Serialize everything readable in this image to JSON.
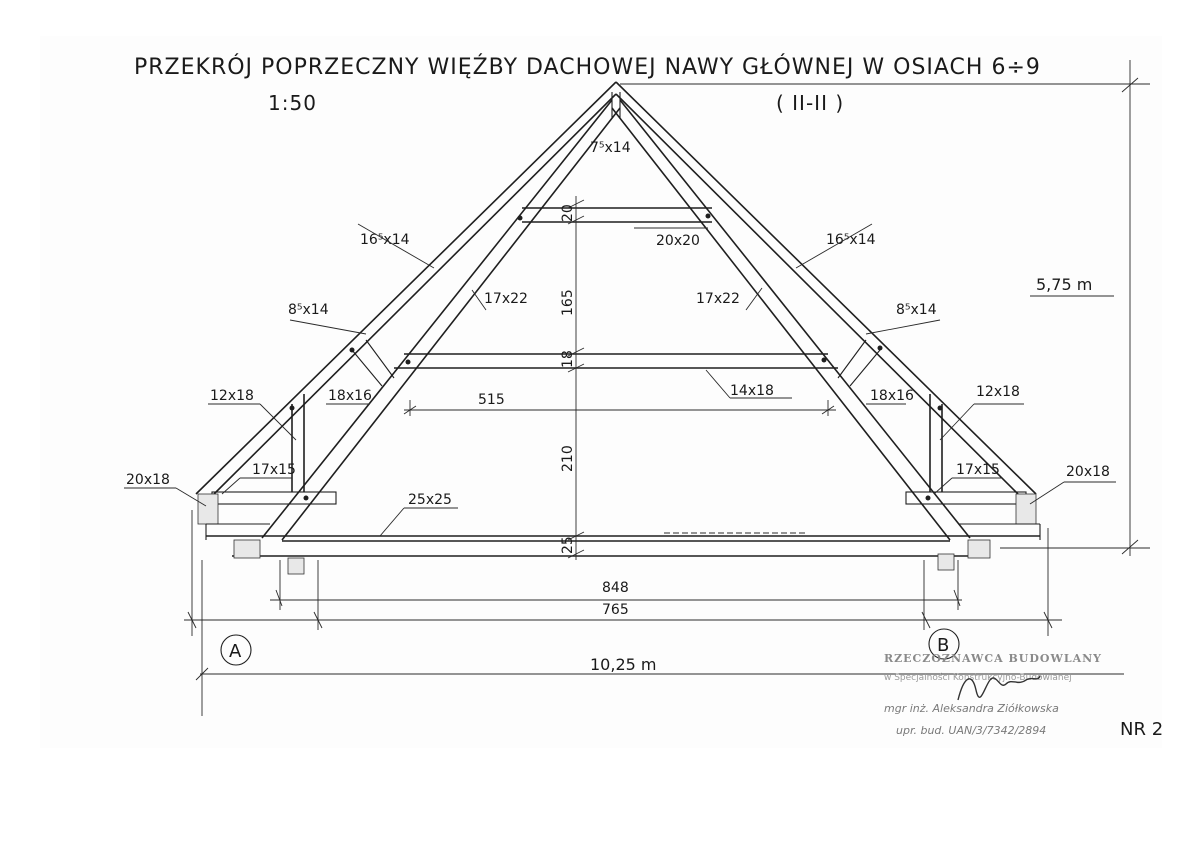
{
  "title": "PRZEKRÓJ POPRZECZNY WIĘŹBY DACHOWEJ NAWY GŁÓWNEJ W OSIACH 6÷9",
  "scale": "1:50",
  "section": "( II-II )",
  "members": {
    "king_post_top": "7⁵x14",
    "collar_top": "20x20",
    "rafter_left": "16⁵x14",
    "rafter_right": "16⁵x14",
    "strut_left": "17x22",
    "strut_right": "17x22",
    "brace_left": "8⁵x14",
    "brace_right": "8⁵x14",
    "post_left": "12x18",
    "post_right": "12x18",
    "strut_small_left": "18x16",
    "strut_small_right": "18x16",
    "collar_mid": "14x18",
    "plate_left": "17x15",
    "plate_right": "17x15",
    "wallplate_left": "20x18",
    "wallplate_right": "20x18",
    "tie_beam": "25x25"
  },
  "dimensions": {
    "d20": "20",
    "d165": "165",
    "d18": "18",
    "d210": "210",
    "d25": "25",
    "d515": "515",
    "d848": "848",
    "d765": "765",
    "span": "10,25 m",
    "height": "5,75 m"
  },
  "axes": {
    "left": "A",
    "right": "B"
  },
  "stamp": {
    "line1": "RZECZOZNAWCA BUDOWLANY",
    "line2": "w Specjalności Konstrukcyjno-Budowlanej",
    "line3": "mgr inż. Aleksandra Ziółkowska",
    "line4": "upr. bud. UAN/3/7342/2894"
  },
  "sheet_number": "NR 2"
}
